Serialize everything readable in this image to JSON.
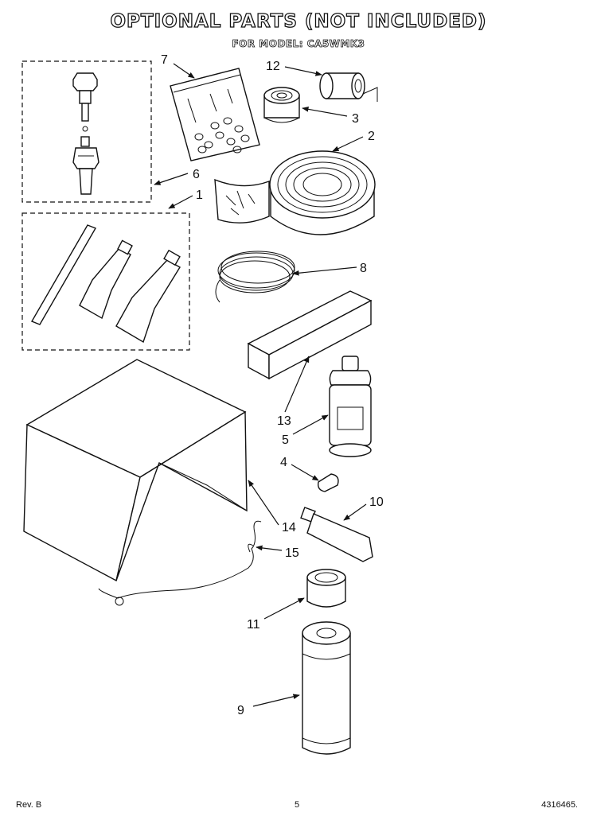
{
  "header": {
    "title": "OPTIONAL PARTS (NOT INCLUDED)",
    "subtitle": "FOR MODEL: CA5WMK3"
  },
  "callouts": [
    "1",
    "2",
    "3",
    "4",
    "5",
    "6",
    "7",
    "8",
    "9",
    "10",
    "11",
    "12",
    "13",
    "14",
    "15"
  ],
  "footer": {
    "revision": "Rev. B",
    "page": "5",
    "doc_number": "4316465."
  }
}
